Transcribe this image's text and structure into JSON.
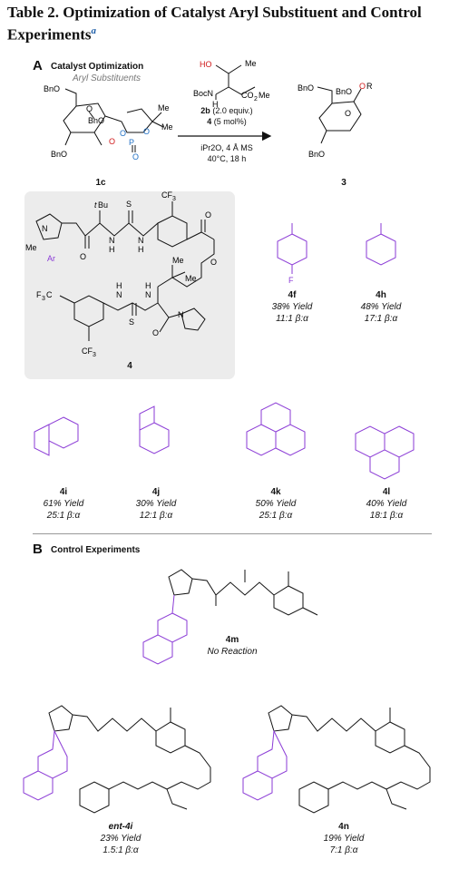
{
  "title": {
    "text": "Table 2. Optimization of Catalyst Aryl Substituent and Control Experiments",
    "footnote": "a"
  },
  "section_a": {
    "letter": "A",
    "heading": "Catalyst Optimization",
    "subheading": "Aryl Substituents"
  },
  "section_b": {
    "letter": "B",
    "heading": "Control Experiments"
  },
  "reaction": {
    "reactant_label": "1c",
    "product_label": "3",
    "reagent_label": "2b",
    "reagent_amount": "(2.0 equiv.)",
    "catalyst_label": "4",
    "catalyst_amount": "(5 mol%)",
    "solvent": "iPr2O, 4 Å MS",
    "conditions": "40°C, 18 h"
  },
  "catalyst_4": {
    "label": "4"
  },
  "entries": [
    {
      "id": "4f",
      "yield": "38% Yield",
      "selectivity": "11:1 β:α"
    },
    {
      "id": "4h",
      "yield": "48% Yield",
      "selectivity": "17:1 β:α"
    },
    {
      "id": "4i",
      "yield": "61% Yield",
      "selectivity": "25:1 β:α"
    },
    {
      "id": "4j",
      "yield": "30% Yield",
      "selectivity": "12:1 β:α"
    },
    {
      "id": "4k",
      "yield": "50% Yield",
      "selectivity": "25:1 β:α"
    },
    {
      "id": "4l",
      "yield": "40% Yield",
      "selectivity": "18:1 β:α"
    }
  ],
  "controls": [
    {
      "id": "4m",
      "result": "No Reaction"
    },
    {
      "id": "ent-4i",
      "yield": "23% Yield",
      "selectivity": "1.5:1 β:α"
    },
    {
      "id": "4n",
      "yield": "19% Yield",
      "selectivity": "7:1 β:α"
    }
  ],
  "colors": {
    "aryl": "#8a3ad6",
    "heteroatom": "#d0191a",
    "phosphorus_o": "#1f6fc4",
    "footnote": "#1f5fa8",
    "box": "#ececec"
  }
}
